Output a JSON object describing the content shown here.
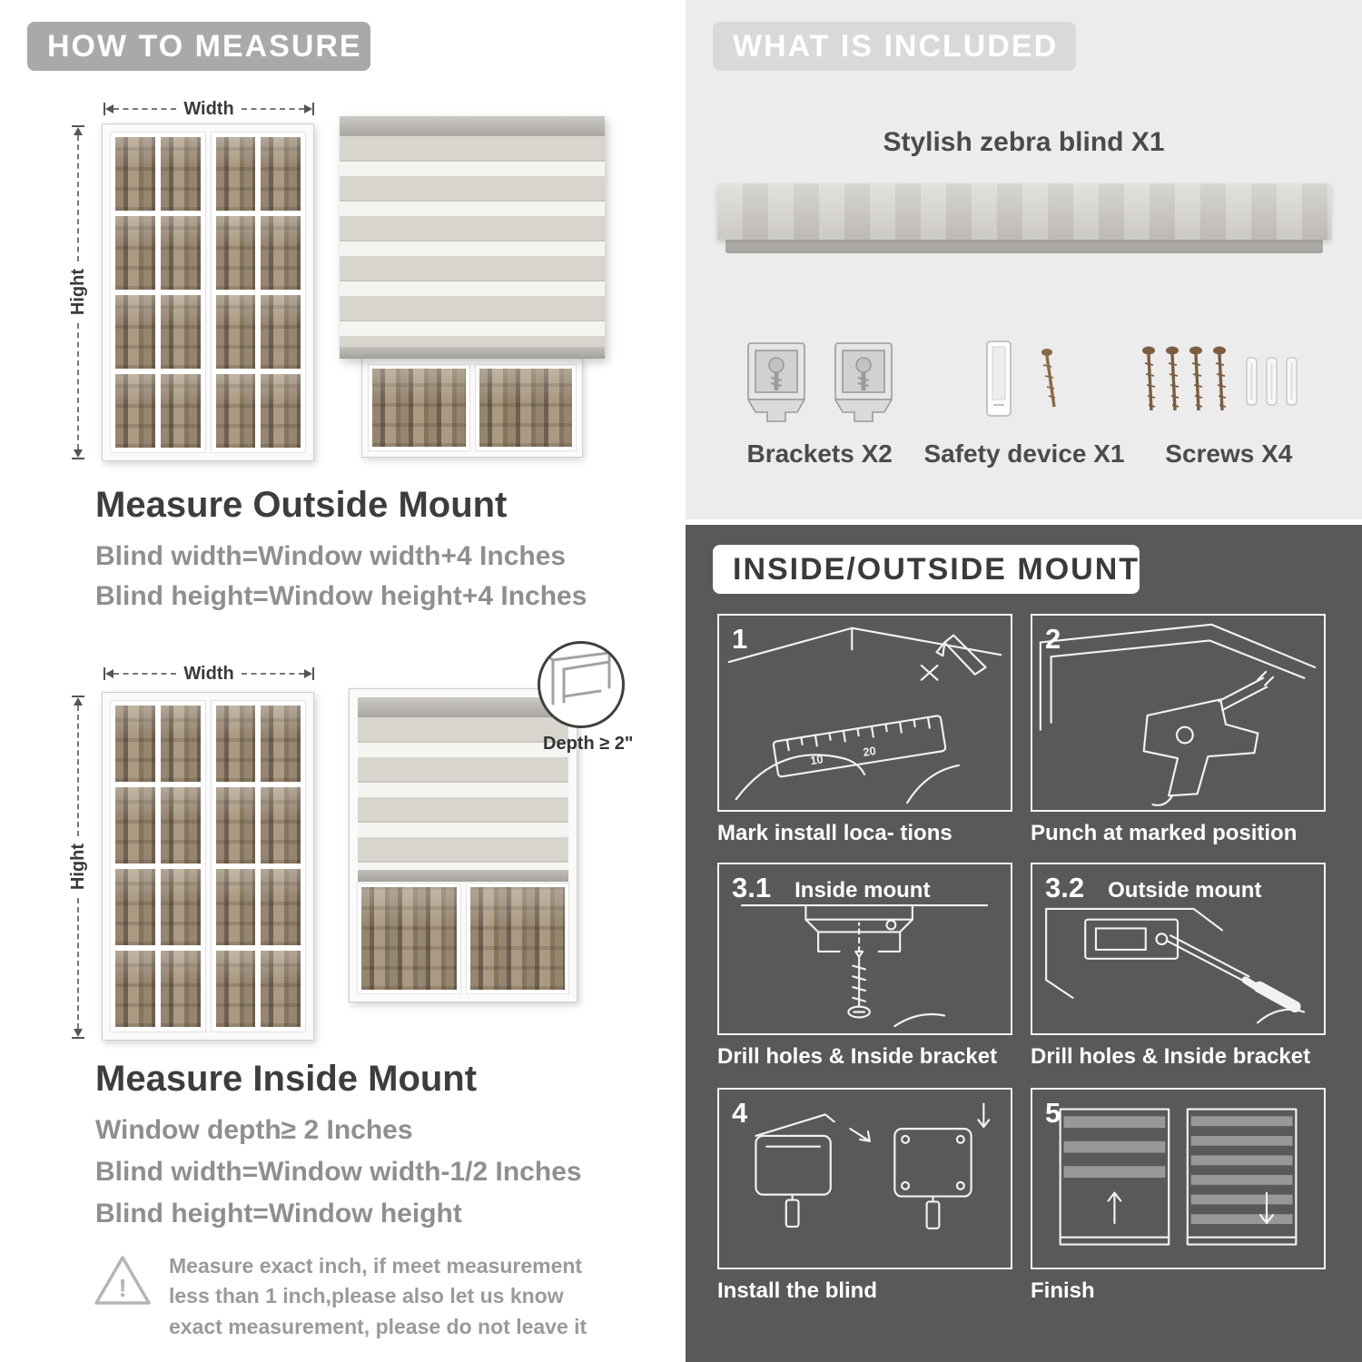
{
  "colors": {
    "header_pill_gray": "#a9a9a9",
    "included_panel_bg": "#ececec",
    "included_pill_bg": "#d9d9d9",
    "mount_panel_bg": "#595959",
    "heading_text": "#3d3d3d",
    "body_text_gray": "#8f8f8f",
    "caption_white": "#ffffff"
  },
  "measure": {
    "header": "HOW TO MEASURE",
    "width_label": "Width",
    "height_label": "Hight",
    "outside": {
      "title": "Measure Outside Mount",
      "lines": [
        "Blind width=Window width+4 Inches",
        "Blind height=Window height+4 Inches"
      ]
    },
    "inside": {
      "depth_badge": "Depth ≥ 2\"",
      "title": "Measure Inside Mount",
      "lines": [
        "Window depth≥ 2 Inches",
        "Blind width=Window width-1/2 Inches",
        "Blind height=Window height"
      ]
    },
    "warning": {
      "glyph": "!",
      "text": "Measure exact inch, if meet measurement less than 1 inch,please also let us know exact measurement, please do not leave it"
    }
  },
  "included": {
    "header": "WHAT IS INCLUDED",
    "blind_label": "Stylish zebra blind X1",
    "items": [
      "Brackets X2",
      "Safety device X1",
      "Screws X4"
    ]
  },
  "mount": {
    "header": "INSIDE/OUTSIDE MOUNT",
    "steps": [
      {
        "num": "1",
        "label": "",
        "caption": "Mark install loca- tions",
        "ruler_marks": [
          "10",
          "20"
        ]
      },
      {
        "num": "2",
        "label": "",
        "caption": "Punch at  marked position"
      },
      {
        "num": "3.1",
        "label": "Inside mount",
        "caption": "Drill holes &  Inside bracket"
      },
      {
        "num": "3.2",
        "label": "Outside mount",
        "caption": "Drill holes &  Inside bracket"
      },
      {
        "num": "4",
        "label": "",
        "caption": "Install the blind"
      },
      {
        "num": "5",
        "label": "",
        "caption": "Finish"
      }
    ]
  }
}
